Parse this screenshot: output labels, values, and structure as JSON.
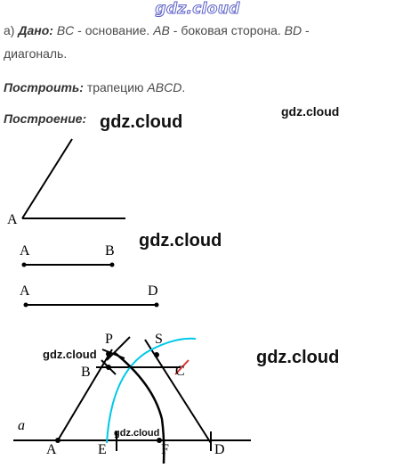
{
  "header": {
    "title": "gdz.cloud"
  },
  "task": {
    "line1": {
      "prefix": "а) ",
      "given_label": "Дано:",
      "text1": " ",
      "seg_bc": "BC",
      "text2": " - основание. ",
      "seg_ab": "AB",
      "text3": " - боковая сторона. ",
      "seg_bd": "BD",
      "text4": " -"
    },
    "line2": "диагональ.",
    "construct": {
      "label": "Построить:",
      "text": " трапецию ",
      "name": "ABCD",
      "end": "."
    },
    "construction_label": "Построение:"
  },
  "watermarks": {
    "w1": "gdz.cloud",
    "w2": "gdz.cloud",
    "w3": "gdz.cloud",
    "w4": "gdz.cloud",
    "w5": "gdz.cloud",
    "w6": "gdz.cloud"
  },
  "figure": {
    "angle_vertex": "A",
    "segment_ab": {
      "start": "A",
      "end": "B"
    },
    "segment_ad": {
      "start": "A",
      "end": "D"
    },
    "construction_points": {
      "P": "P",
      "S": "S",
      "B": "B",
      "C": "C",
      "a": "a",
      "A": "A",
      "E": "E",
      "F": "F",
      "D": "D"
    },
    "colors": {
      "ink": "#000000",
      "arc_highlight": "#00c8e8",
      "tick_red": "#e03030"
    }
  }
}
